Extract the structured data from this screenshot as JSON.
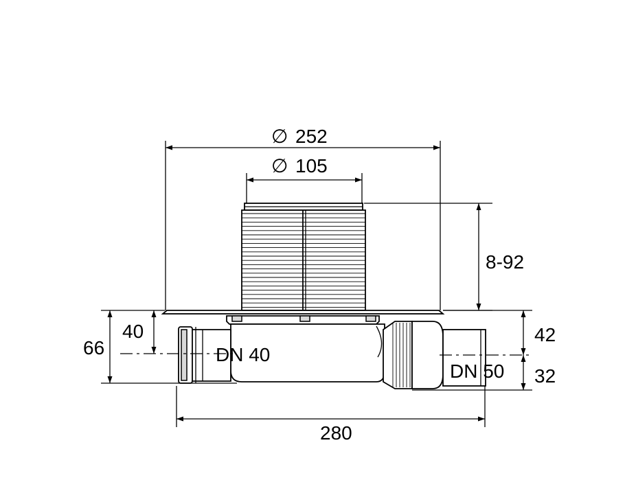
{
  "drawing": {
    "flange_diameter": "252",
    "body_diameter": "105",
    "height_range": "8-92",
    "outlet_height": "42",
    "outlet_offset": "32",
    "total_height": "66",
    "inlet_height": "40",
    "total_length": "280",
    "inlet_dn": "DN 40",
    "outlet_dn": "DN 50",
    "diameter_symbol": "∅"
  }
}
